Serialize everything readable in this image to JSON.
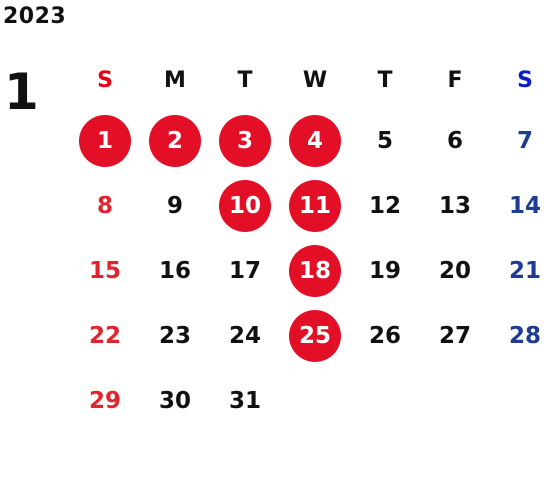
{
  "calendar": {
    "year": "2023",
    "month": "1",
    "weekdays": [
      "S",
      "M",
      "T",
      "W",
      "T",
      "F",
      "S"
    ],
    "weeks": [
      [
        "1",
        "2",
        "3",
        "4",
        "5",
        "6",
        "7"
      ],
      [
        "8",
        "9",
        "10",
        "11",
        "12",
        "13",
        "14"
      ],
      [
        "15",
        "16",
        "17",
        "18",
        "19",
        "20",
        "21"
      ],
      [
        "22",
        "23",
        "24",
        "25",
        "26",
        "27",
        "28"
      ],
      [
        "29",
        "30",
        "31",
        "",
        "",
        "",
        ""
      ]
    ],
    "highlighted_days": [
      "1",
      "2",
      "3",
      "4",
      "10",
      "11",
      "18",
      "25"
    ],
    "colors": {
      "sunday": "#e60012",
      "saturday": "#1a3d99",
      "highlight": "#e20f26",
      "weekday": "#111111"
    }
  }
}
